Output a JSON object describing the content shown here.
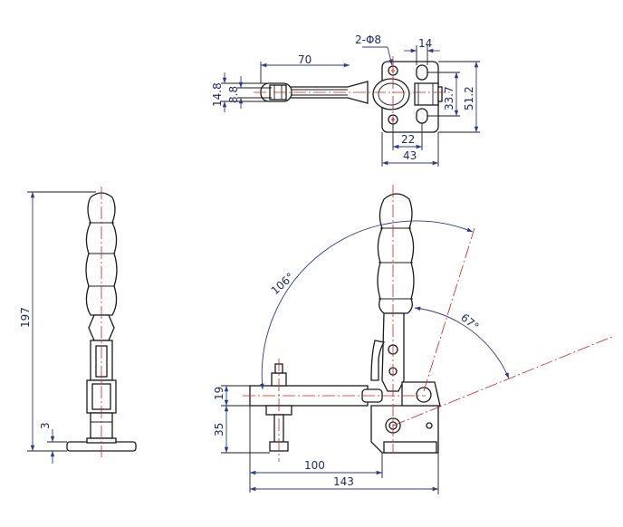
{
  "colors": {
    "outline": "#1a1a1a",
    "dimension": "#2b3a8c",
    "centerline": "#d0201c",
    "background": "#ffffff"
  },
  "top_view": {
    "hole_spec": "2-Φ8",
    "dim_width_14": "14",
    "dim_len_70": "70",
    "dim_14_8": "14.8",
    "dim_8_8": "8.8",
    "dim_33_7": "33.7",
    "dim_51_2": "51.2",
    "dim_22": "22",
    "dim_43": "43"
  },
  "side_view": {
    "dim_height_197": "197",
    "dim_base_3": "3"
  },
  "front_view": {
    "angle_open": "106°",
    "angle_handle": "67°",
    "dim_19": "19",
    "dim_35": "35",
    "dim_100": "100",
    "dim_143": "143"
  }
}
